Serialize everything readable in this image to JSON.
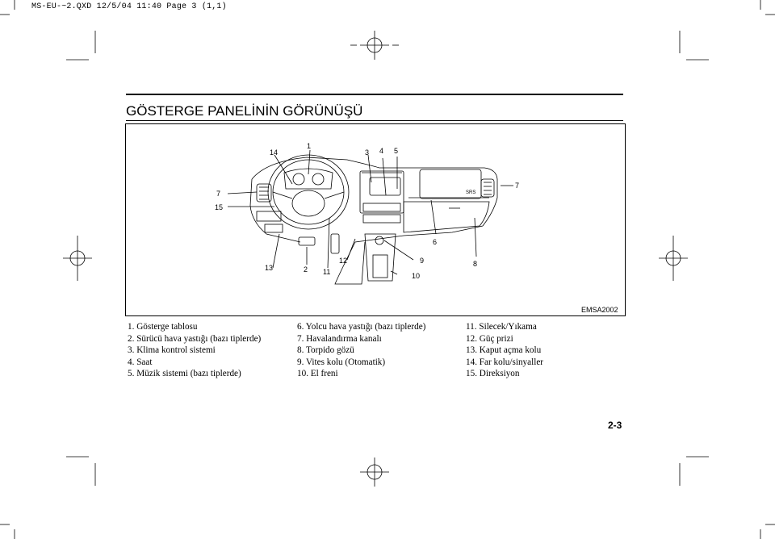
{
  "header": "MS-EU-~2.QXD   12/5/04 11:40   Page 3 (1,1)",
  "title": "GÖSTERGE PANELİNİN GÖRÜNÜŞÜ",
  "figure_code": "EMSA2002",
  "figure_labels": {
    "l14": "14",
    "l1": "1",
    "l3": "3",
    "l4": "4",
    "l5": "5",
    "l7a": "7",
    "l7b": "7",
    "l15": "15",
    "l6": "6",
    "l13": "13",
    "l2": "2",
    "l11": "11",
    "l12": "12",
    "l9": "9",
    "l10": "10",
    "l8": "8",
    "srs": "SRS"
  },
  "legend": {
    "col1": [
      "1. Gösterge tablosu",
      "2. Sürücü hava yastığı (bazı tiplerde)",
      "3. Klima kontrol sistemi",
      "4. Saat",
      "5. Müzik sistemi (bazı tiplerde)"
    ],
    "col2": [
      "6. Yolcu hava yastığı (bazı tiplerde)",
      "7. Havalandırma kanalı",
      "8. Torpido gözü",
      "9. Vites kolu (Otomatik)",
      "10. El freni"
    ],
    "col3": [
      "11. Silecek/Yıkama",
      "12. Güç prizi",
      "13. Kaput açma kolu",
      "14. Far kolu/sinyaller",
      "15. Direksiyon"
    ]
  },
  "page_number": "2-3"
}
